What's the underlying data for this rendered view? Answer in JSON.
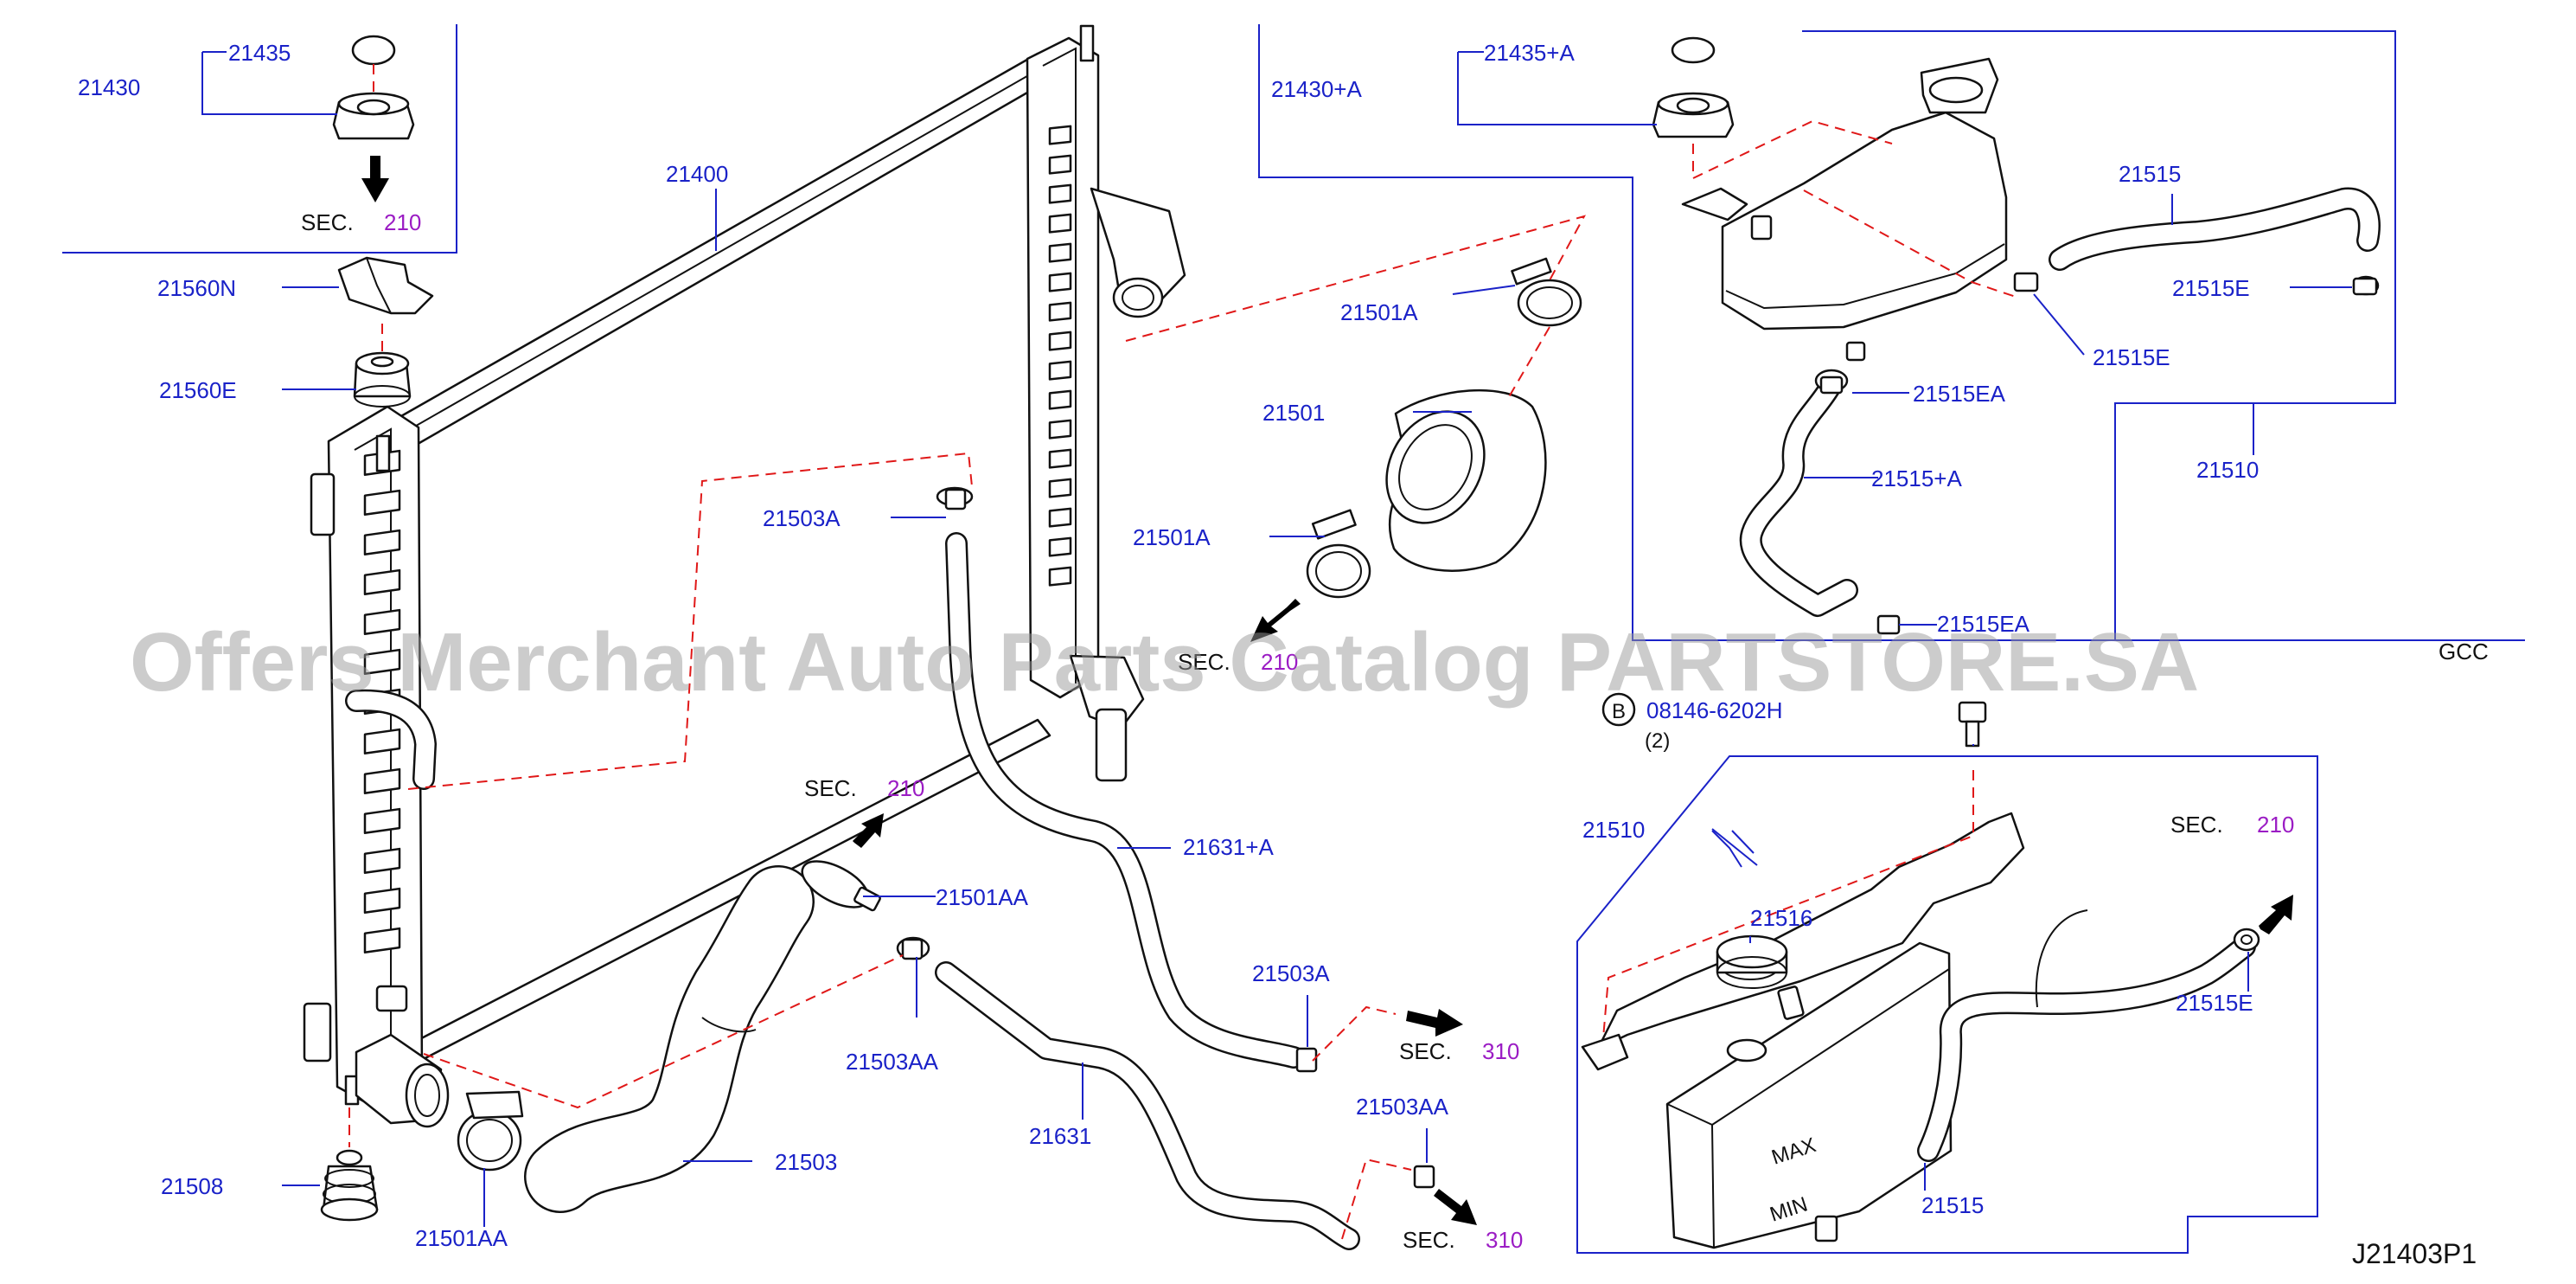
{
  "diagram_code": "J21403P1",
  "watermark": "Offers Merchant Auto Parts Catalog PARTSTORE.SA",
  "sec_label": "SEC.",
  "parts": {
    "p21430": "21430",
    "p21435": "21435",
    "p21560N": "21560N",
    "p21560E": "21560E",
    "p21400": "21400",
    "p21503A_top": "21503A",
    "p21508": "21508",
    "p21501AA_bottom": "21501AA",
    "p21501AA_right": "21501AA",
    "p21503AA_mid": "21503AA",
    "p21503": "21503",
    "p21631": "21631",
    "p21631A": "21631+A",
    "p21503A_right": "21503A",
    "p21503AA_right": "21503AA",
    "p21501A_top": "21501A",
    "p21501": "21501",
    "p21501A_bottom": "21501A",
    "p21430A": "21430+A",
    "p21435A": "21435+A",
    "p21515_top": "21515",
    "p21515E_1": "21515E",
    "p21515E_2": "21515E",
    "p21515EA_1": "21515EA",
    "p21515A": "21515+A",
    "p21515EA_2": "21515EA",
    "p21510_top": "21510",
    "p21510_bottom": "21510",
    "p21516": "21516",
    "p21515E_3": "21515E",
    "p21515_bottom": "21515"
  },
  "sections": {
    "s1": "210",
    "s2": "210",
    "s3": "210",
    "s4": "310",
    "s5": "310",
    "s6": "210"
  },
  "bolt": {
    "circle_letter": "B",
    "number": "08146-6202H",
    "qty": "(2)"
  },
  "variant_label": "GCC",
  "tank_marks": {
    "max": "MAX",
    "min": "MIN"
  }
}
